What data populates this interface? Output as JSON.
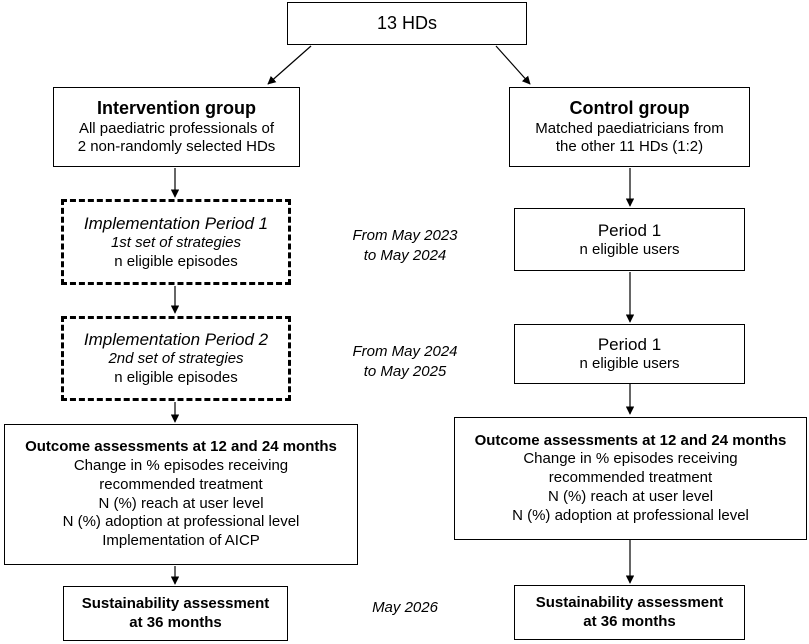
{
  "top": {
    "label": "13 HDs"
  },
  "intervention": {
    "title": "Intervention group",
    "line1": "All paediatric professionals of",
    "line2": "2 non-randomly selected HDs"
  },
  "control": {
    "title": "Control group",
    "line1": "Matched paediatricians from",
    "line2": "the other 11 HDs (1:2)"
  },
  "impl1": {
    "title": "Implementation Period 1",
    "sub": "1st set of strategies",
    "detail": "n eligible episodes"
  },
  "impl2": {
    "title": "Implementation Period 2",
    "sub": "2nd set of strategies",
    "detail": "n eligible episodes"
  },
  "ctrl_period1": {
    "title": "Period 1",
    "detail": "n eligible users"
  },
  "ctrl_period2": {
    "title": "Period 1",
    "detail": "n eligible users"
  },
  "dates": {
    "p1_line1": "From May 2023",
    "p1_line2": "to May 2024",
    "p2_line1": "From May 2024",
    "p2_line2": "to May 2025",
    "sust": "May 2026"
  },
  "outcome_left": {
    "title": "Outcome assessments at 12 and 24 months",
    "items": [
      "Change in % episodes receiving",
      "recommended treatment",
      "N (%) reach at user level",
      "N (%) adoption at professional level",
      "Implementation of AICP"
    ]
  },
  "outcome_right": {
    "title": "Outcome assessments at 12 and 24 months",
    "items": [
      "Change in % episodes receiving",
      "recommended treatment",
      "N (%) reach at user level",
      "N (%) adoption at professional level"
    ]
  },
  "sust_left": {
    "line1": "Sustainability assessment",
    "line2": "at 36 months"
  },
  "sust_right": {
    "line1": "Sustainability assessment",
    "line2": "at 36 months"
  }
}
